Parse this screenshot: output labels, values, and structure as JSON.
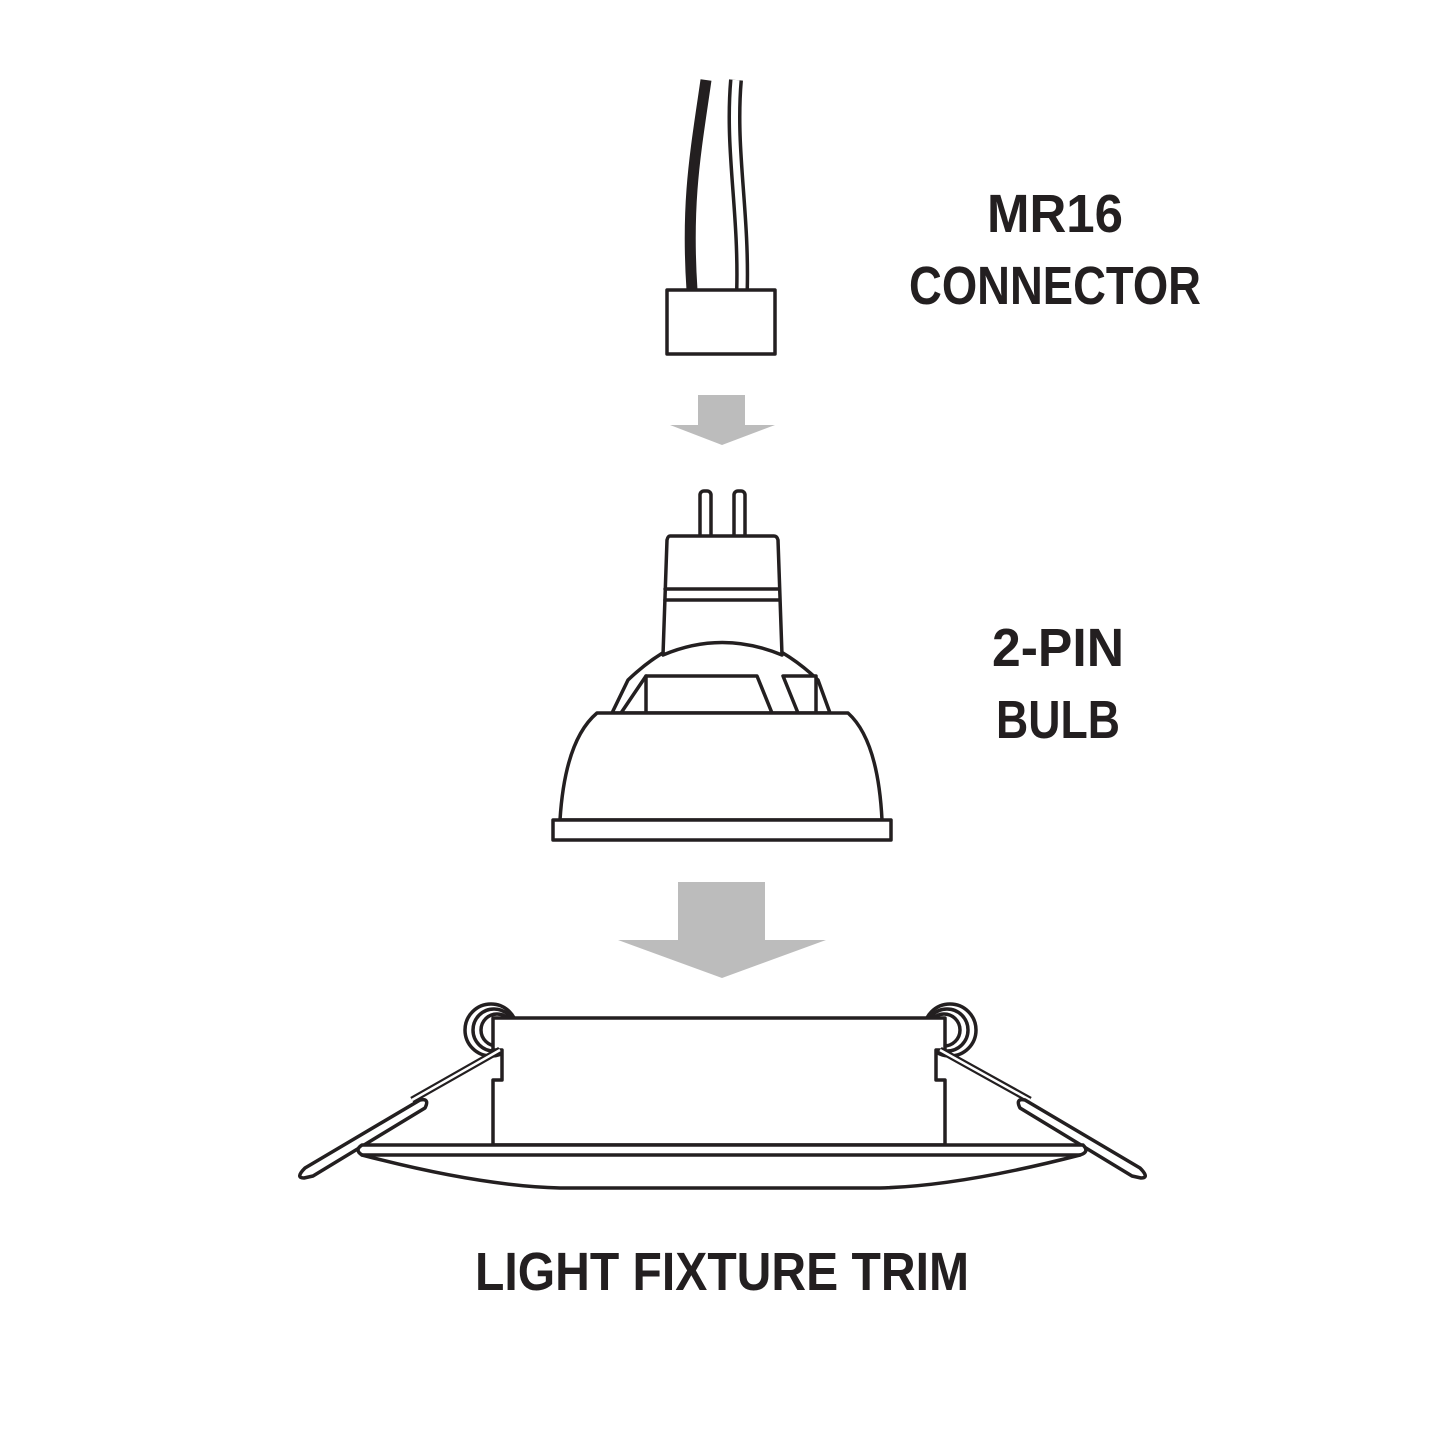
{
  "labels": {
    "connector_line1": "MR16",
    "connector_line2": "CONNECTOR",
    "bulb_line1": "2-PIN",
    "bulb_line2": "BULB",
    "trim": "LIGHT FIXTURE TRIM"
  },
  "colors": {
    "line": "#231f20",
    "arrow": "#bcbcbc",
    "background": "#ffffff"
  }
}
